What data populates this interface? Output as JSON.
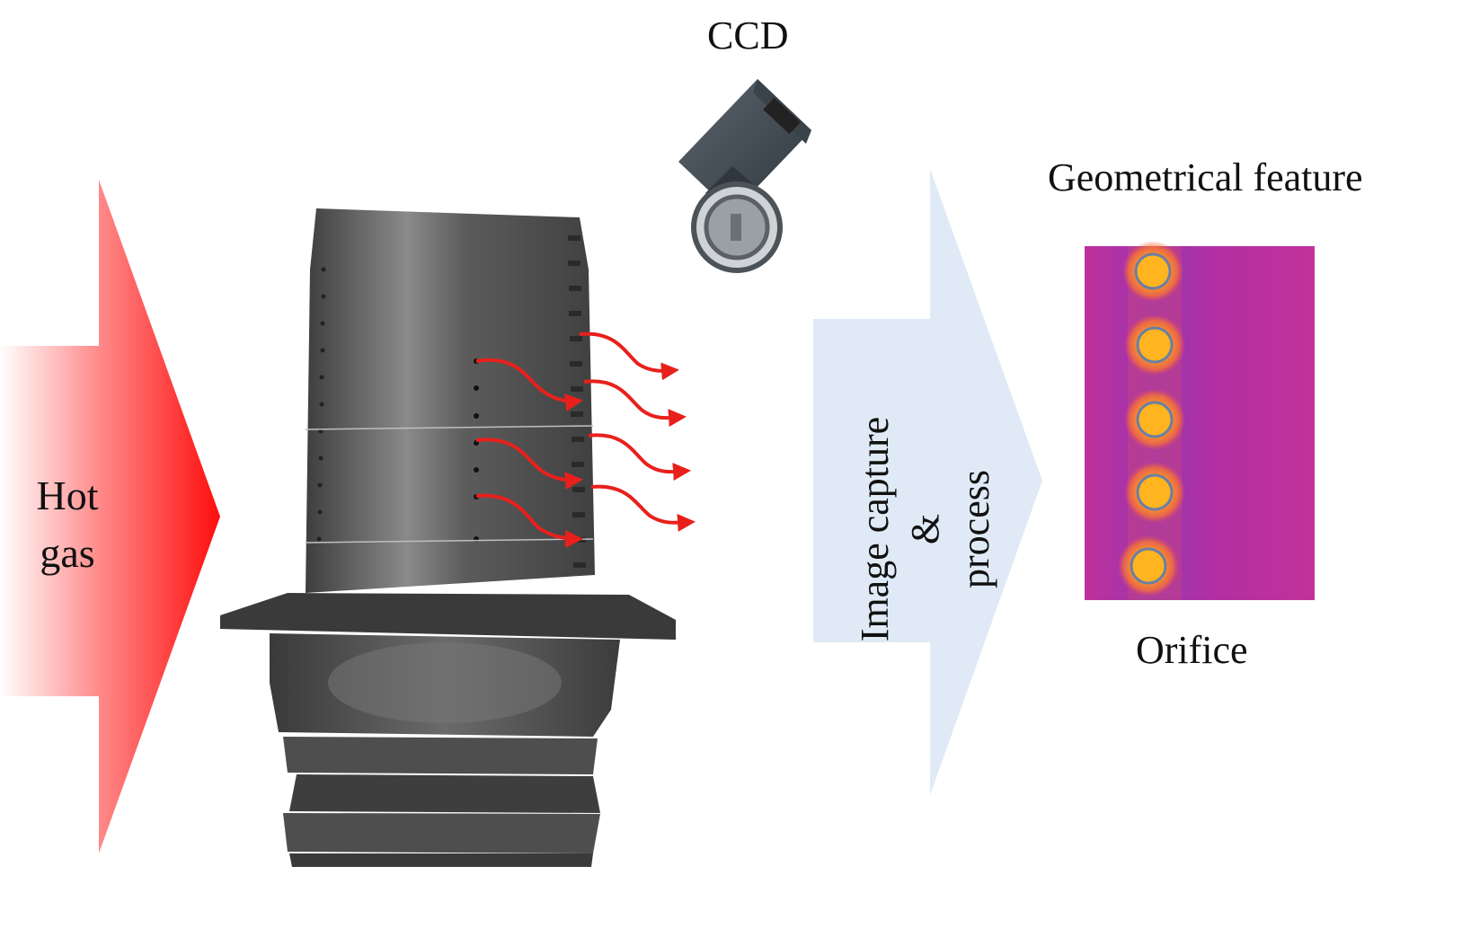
{
  "labels": {
    "ccd": "CCD",
    "hot": "Hot",
    "gas": "gas",
    "process_line1": "Image capture",
    "process_line2": "&",
    "process_line3": "process",
    "geometrical_feature": "Geometrical feature",
    "orifice": "Orifice"
  },
  "colors": {
    "hot_gas_arrow": "#ff1a1a",
    "process_arrow": "#dce9f6",
    "flow_arrow": "#e8201c",
    "blade": "#6e6e6e",
    "thermal_bg": "#b02fa3",
    "orifice_glow": "#ffb020"
  },
  "orifices": {
    "count": 5
  }
}
